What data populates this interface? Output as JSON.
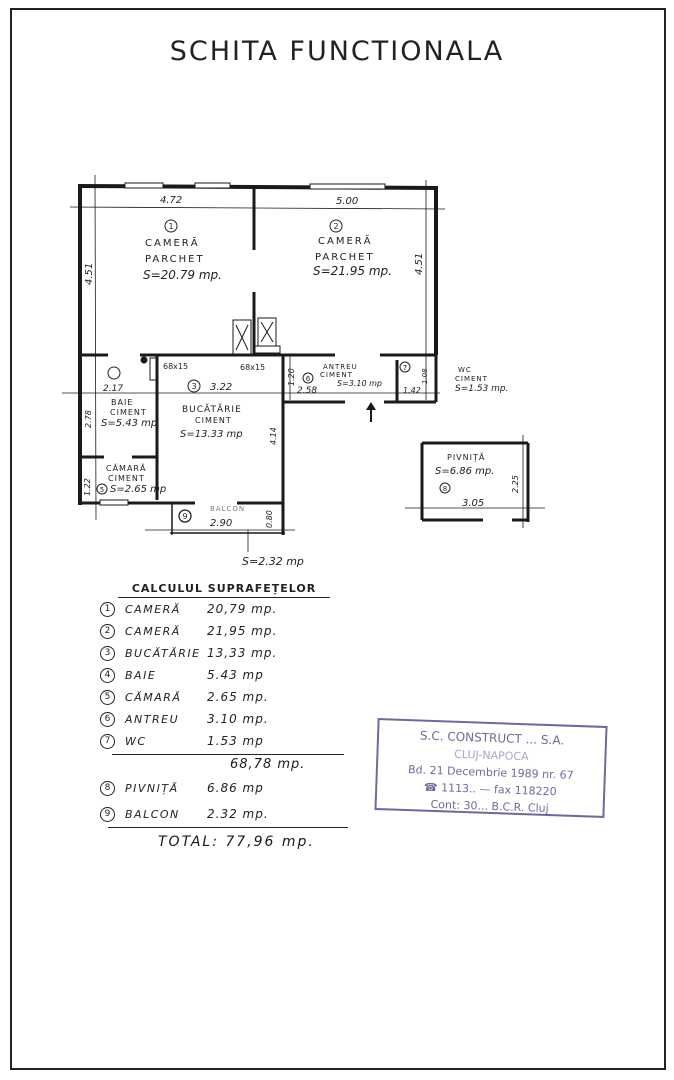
{
  "document": {
    "title": "SCHITA FUNCTIONALA"
  },
  "plan": {
    "rooms": [
      {
        "num": "1",
        "name": "CAMERĂ",
        "floor": "PARCHET",
        "area": "S=20.79 mp.",
        "dims": [
          "4.72",
          "4.51"
        ]
      },
      {
        "num": "2",
        "name": "CAMERĂ",
        "floor": "PARCHET",
        "area": "S=21.95 mp.",
        "dims": [
          "5.00",
          "4.51"
        ]
      },
      {
        "num": "3",
        "name": "BUCĂTĂRIE",
        "floor": "CIMENT",
        "area": "S=13.33 mp",
        "dims": [
          "3.22",
          "4.14"
        ]
      },
      {
        "num": "4",
        "name": "BAIE",
        "floor": "CIMENT",
        "area": "S=5.43 mp",
        "dims": [
          "2.17",
          "2.78"
        ]
      },
      {
        "num": "5",
        "name": "CĂMARĂ",
        "floor": "CIMENT",
        "area": "S=2.65 mp",
        "dims": [
          "1.22"
        ]
      },
      {
        "num": "6",
        "name": "ANTREU",
        "floor": "CIMENT",
        "area": "S=3.10 mp",
        "dims": [
          "2.58",
          "1.20"
        ]
      },
      {
        "num": "7",
        "name": "WC",
        "floor": "CIMENT",
        "area": "S=1.53 mp.",
        "dims": [
          "1.42",
          "1.08"
        ]
      },
      {
        "num": "8",
        "name": "PIVNIȚĂ",
        "floor": "",
        "area": "S=6.86 mp.",
        "dims": [
          "3.05",
          "2.25"
        ]
      },
      {
        "num": "9",
        "name": "BALCON",
        "floor": "",
        "area": "S=2.32 mp",
        "dims": [
          "2.90",
          "0.80"
        ]
      }
    ],
    "annotations": {
      "duct1": "68x15",
      "duct2": "68x15"
    }
  },
  "calc": {
    "title": "CALCULUL SUPRAFEȚELOR",
    "rows": [
      {
        "num": "1",
        "name": "CAMERĂ",
        "value": "20,79 mp."
      },
      {
        "num": "2",
        "name": "CAMERĂ",
        "value": "21,95 mp."
      },
      {
        "num": "3",
        "name": "BUCĂTĂRIE",
        "value": "13,33 mp."
      },
      {
        "num": "4",
        "name": "BAIE",
        "value": "5.43 mp"
      },
      {
        "num": "5",
        "name": "CĂMARĂ",
        "value": "2.65 mp."
      },
      {
        "num": "6",
        "name": "ANTREU",
        "value": "3.10 mp."
      },
      {
        "num": "7",
        "name": "WC",
        "value": "1.53 mp"
      }
    ],
    "subtotal": "68,78 mp.",
    "extra_rows": [
      {
        "num": "8",
        "name": "PIVNIȚĂ",
        "value": "6.86 mp"
      },
      {
        "num": "9",
        "name": "BALCON",
        "value": "2.32 mp."
      }
    ],
    "total": "TOTAL: 77,96 mp."
  },
  "stamp": {
    "line1": "S.C. CONSTRUCT ... S.A.",
    "line2": "CLUJ-NAPOCA",
    "line3": "Bd. 21 Decembrie 1989 nr. 67",
    "line4": "☎ 1113.. — fax 118220",
    "line5": "Cont: 30... B.C.R. Cluj"
  }
}
